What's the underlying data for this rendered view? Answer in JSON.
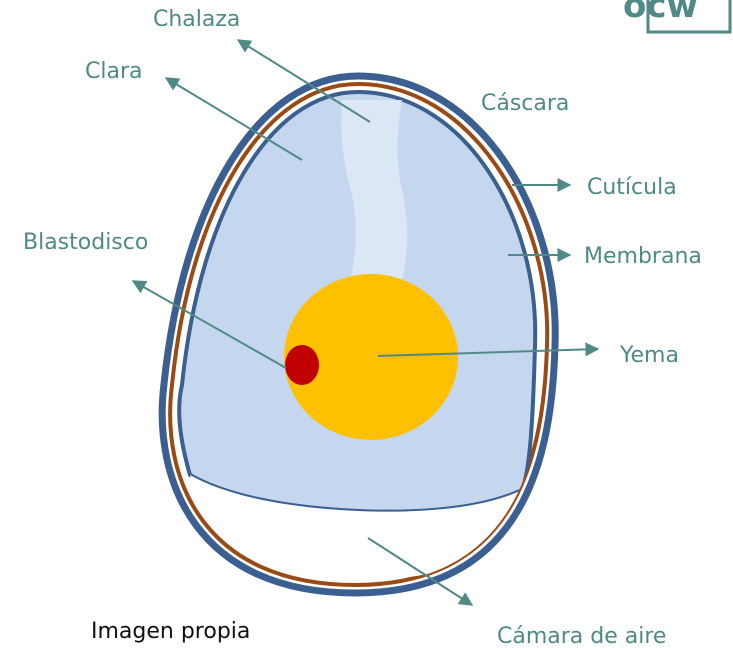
{
  "labels": {
    "chalaza": "Chalaza",
    "clara": "Clara",
    "cascara": "Cáscara",
    "cuticula": "Cutícula",
    "blastodisco": "Blastodisco",
    "membrana": "Membrana",
    "yema": "Yema",
    "camara_de_aire": "Cámara de aire"
  },
  "caption": "Imagen propia",
  "logo": {
    "text": "ocw"
  },
  "colors": {
    "label": "#4f8a86",
    "arrow": "#4f8a86",
    "shell_outer": "#3b5f91",
    "shell_inner": "#9a4a14",
    "albumen": "#c5d7ef",
    "chalaza": "#dce7f6",
    "yolk": "#ffc000",
    "blastodisc": "#c00000",
    "air_cell": "#ffffff"
  }
}
